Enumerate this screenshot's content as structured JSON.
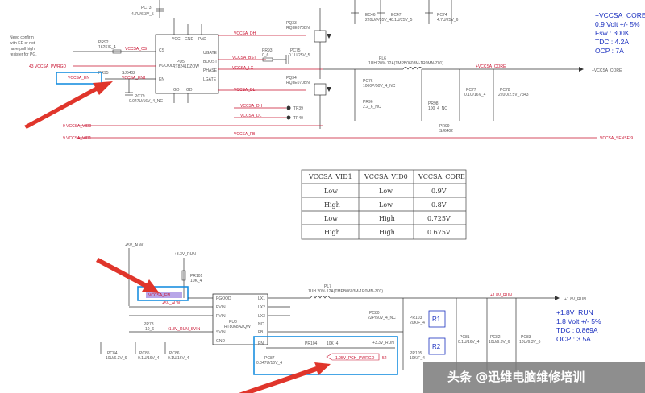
{
  "top": {
    "note": [
      "Need confirm",
      "with EE or not",
      "have pull high",
      "resister for PG."
    ],
    "pu5": {
      "ref": "PU5",
      "part": "RT8241DZQW",
      "pins_left": [
        "CS",
        "PGOOD",
        "EN"
      ],
      "pins_right": [
        "UGATE",
        "BOOST",
        "PHASE",
        "LGATE"
      ],
      "pins_top": [
        "VCC",
        "GND",
        "PAD"
      ],
      "pins_bottom": [
        "GD",
        "GD"
      ]
    },
    "caps": {
      "pc73": "PC73",
      "pc73_val": "4.7U/6.3V_5",
      "pc75": "PC75",
      "pc75_val": "0.1U/25V_5",
      "pc79": "PC79",
      "pc79_val": "0.047U/16V_4_NC",
      "ec46": "EC46",
      "ec46_val": "220U/F/35V_4",
      "ec47": "EC47",
      "ec47_val": "0.1U/25V_5",
      "pc74": "PC74",
      "pc74_val": "4.7U/25V_6",
      "pc76": "PC76",
      "pc76_val": "1000P/50V_4_NC",
      "pc77": "PC77",
      "pc77_val": "0.1U/16V_4",
      "pc78": "PC78",
      "pc78_val": "220U/2.5V_7343"
    },
    "res": {
      "pr92": "PR92",
      "pr92_val": "162K/F_4",
      "pr95": "PR95",
      "sj": "SJ6402",
      "pr93": "PR93",
      "pr93_val": "0_6",
      "pr96": "PR96",
      "pr96_val": "2.2_6_NC",
      "pr98": "PR98",
      "pr98_val": "100_4_NC",
      "pr99": "PR99",
      "pr99_sj": "SJ6402"
    },
    "fets": {
      "pq33": "PQ33",
      "pq33_part": "RQ3E070BN",
      "pq34": "PQ34",
      "pq34_part": "RQ3E070BN"
    },
    "inductor": {
      "ref": "PL6",
      "val": "1UH 20% 12A(TMPB0603M-1R0MN-Z01)"
    },
    "nets": {
      "dh": "VCCSA_DH",
      "bst": "VCCSA_BST",
      "lx": "VCCSA_LX",
      "dl": "VCCSA_DL",
      "core": "+VCCSA_CORE",
      "fb": "VCCSA_FB",
      "en": "VCCSA_EN",
      "en1": "VCCSA_EN1",
      "cs": "VCCSA_CS",
      "pwrgd": "43  VCCSA_PWRGD",
      "vid0": "9  VCCSA_VID0",
      "vid1": "9  VCCSA_VID1",
      "sense": "VCCSA_SENSE  9",
      "core_out": "+VCCSA_CORE"
    },
    "tps": {
      "tp39": "TP39",
      "tp40": "TP40"
    },
    "spec": [
      "+VCCSA_CORE",
      "0.9 Volt +/- 5%",
      "Fsw : 300K",
      "TDC : 4.2A",
      "OCP : 7A"
    ]
  },
  "table": {
    "headers": [
      "VCCSA_VID1",
      "VCCSA_VID0",
      "VCCSA_CORE"
    ],
    "rows": [
      [
        "Low",
        "Low",
        "0.9V"
      ],
      [
        "High",
        "Low",
        "0.8V"
      ],
      [
        "Low",
        "High",
        "0.725V"
      ],
      [
        "High",
        "High",
        "0.675V"
      ]
    ]
  },
  "bottom": {
    "alw": "+5V_ALW",
    "run33": "+3.3V_RUN",
    "pr101": "PR101",
    "pr101_val": "10K_4",
    "pgood_net": "VCCSA_EN",
    "alw2": "+5V_ALW",
    "pu8": {
      "ref": "PU8",
      "part": "RT8068AZQW",
      "pins_left": [
        "PGOOD",
        "PVIN",
        "PVIN",
        "SVIN",
        "GND"
      ],
      "pins_right": [
        "LX1",
        "LX2",
        "LX3",
        "NC",
        "FB"
      ],
      "bottom_pins": [
        "EN"
      ]
    },
    "pr78": "PR78",
    "pr78_val": "10_6",
    "svin_net": "+1.8V_RUN_SVIN",
    "caps": {
      "pc84": "PC84",
      "pc84_val": "10U/6.3V_6",
      "pc85": "PC85",
      "pc85_val": "0.1U/16V_4",
      "pc86": "PC86",
      "pc86_val": "0.1U/16V_4",
      "pc87": "PC87",
      "pc87_val": "0.047U/16V_4",
      "pc80": "PC80",
      "pc80_val": "22P/50V_4_NC",
      "pc81": "PC81",
      "pc81_val": "0.1U/16V_4",
      "pc82": "PC82",
      "pc82_val": "10U/6.3V_6",
      "pc83": "PC83",
      "pc83_val": "10U/6.3V_6"
    },
    "pl7": "PL7",
    "pl7_val": "1UH 20% 12A(TMPB0603M-1R0MN-Z01)",
    "pr103": "PR103",
    "pr103_val": "20K/F_4",
    "pr105": "PR105",
    "pr105_val": "10K/F_4",
    "pr104": "PR104",
    "pr104_val": "10K_4",
    "run33_b": "+3.3V_RUN",
    "pwrgd": "1.05V_PCH_PWRGD",
    "pwrgd_num": "52",
    "run18": "+1.8V_RUN",
    "r1": "R1",
    "r2": "R2",
    "spec": [
      "+1.8V_RUN",
      "1.8 Volt +/- 5%",
      "TDC : 0.869A",
      "OCP : 3.5A"
    ]
  },
  "watermark": {
    "text": "头条 @迅维电脑维修培训"
  },
  "colors": {
    "wire": "#333333",
    "net_red": "#c8102e",
    "highlight": "#1a8fe0",
    "arrow": "#e0352b",
    "spec": "#1a2fbf"
  }
}
